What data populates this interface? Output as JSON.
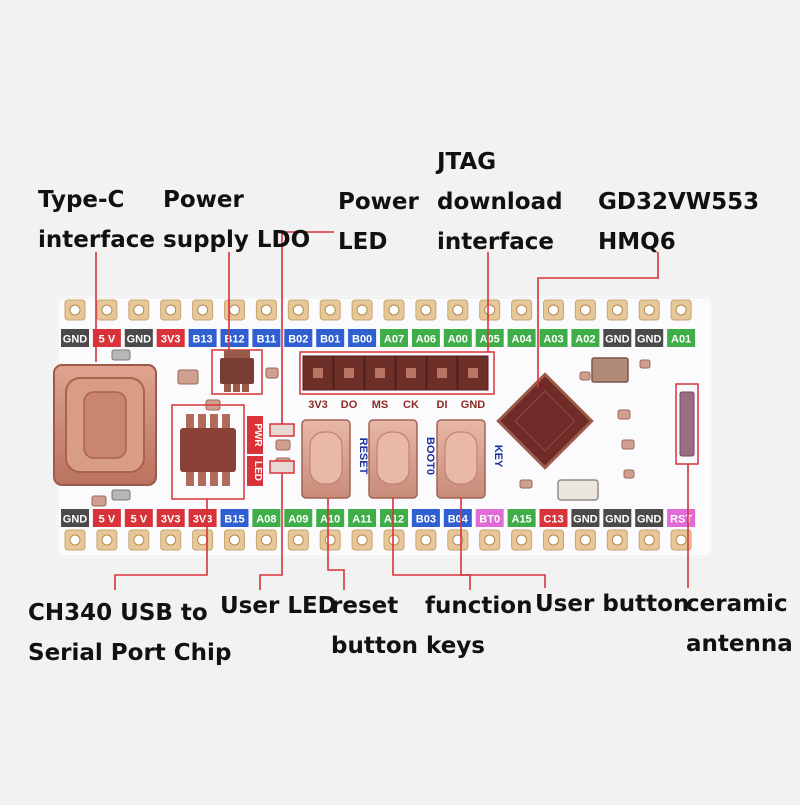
{
  "labels": {
    "type_c": [
      "Type-C",
      "interface"
    ],
    "ldo": [
      "Power",
      "supply LDO"
    ],
    "power_led": [
      "Power",
      "LED"
    ],
    "jtag": [
      "JTAG",
      "download",
      "interface"
    ],
    "mcu": [
      "GD32VW553",
      "HMQ6"
    ],
    "ch340": [
      "CH340 USB to",
      "Serial Port Chip"
    ],
    "user_led": [
      "User LED"
    ],
    "reset": [
      "reset",
      "button keys"
    ],
    "function": [
      "function"
    ],
    "user_button": [
      "User button"
    ],
    "antenna": [
      "ceramic",
      "antenna"
    ]
  },
  "top_pins": [
    {
      "text": "GND",
      "color": "#4a4a4a"
    },
    {
      "text": "5 V",
      "color": "#d8333a"
    },
    {
      "text": "GND",
      "color": "#4a4a4a"
    },
    {
      "text": "3V3",
      "color": "#d8333a"
    },
    {
      "text": "B13",
      "color": "#2f5fd0"
    },
    {
      "text": "B12",
      "color": "#2f5fd0"
    },
    {
      "text": "B11",
      "color": "#2f5fd0"
    },
    {
      "text": "B02",
      "color": "#2f5fd0"
    },
    {
      "text": "B01",
      "color": "#2f5fd0"
    },
    {
      "text": "B00",
      "color": "#2f5fd0"
    },
    {
      "text": "A07",
      "color": "#3fae49"
    },
    {
      "text": "A06",
      "color": "#3fae49"
    },
    {
      "text": "A00",
      "color": "#3fae49"
    },
    {
      "text": "A05",
      "color": "#3fae49"
    },
    {
      "text": "A04",
      "color": "#3fae49"
    },
    {
      "text": "A03",
      "color": "#3fae49"
    },
    {
      "text": "A02",
      "color": "#3fae49"
    },
    {
      "text": "GND",
      "color": "#4a4a4a"
    },
    {
      "text": "GND",
      "color": "#4a4a4a"
    },
    {
      "text": "A01",
      "color": "#3fae49"
    }
  ],
  "bottom_pins": [
    {
      "text": "GND",
      "color": "#4a4a4a"
    },
    {
      "text": "5 V",
      "color": "#d8333a"
    },
    {
      "text": "5 V",
      "color": "#d8333a"
    },
    {
      "text": "3V3",
      "color": "#d8333a"
    },
    {
      "text": "3V3",
      "color": "#d8333a"
    },
    {
      "text": "B15",
      "color": "#2f5fd0"
    },
    {
      "text": "A08",
      "color": "#3fae49"
    },
    {
      "text": "A09",
      "color": "#3fae49"
    },
    {
      "text": "A10",
      "color": "#3fae49"
    },
    {
      "text": "A11",
      "color": "#3fae49"
    },
    {
      "text": "A12",
      "color": "#3fae49"
    },
    {
      "text": "B03",
      "color": "#2f5fd0"
    },
    {
      "text": "B04",
      "color": "#2f5fd0"
    },
    {
      "text": "BT0",
      "color": "#e06ad6"
    },
    {
      "text": "A15",
      "color": "#3fae49"
    },
    {
      "text": "C13",
      "color": "#d8333a"
    },
    {
      "text": "GND",
      "color": "#4a4a4a"
    },
    {
      "text": "GND",
      "color": "#4a4a4a"
    },
    {
      "text": "GND",
      "color": "#4a4a4a"
    },
    {
      "text": "RST",
      "color": "#e06ad6"
    }
  ],
  "jtag_pins": [
    "3V3",
    "DO",
    "MS",
    "CK",
    "DI",
    "GND"
  ],
  "button_labels": {
    "reset": "RESET",
    "boot": "BOOT0",
    "key": "KEY"
  },
  "led_labels": {
    "pwr": "PWR",
    "led": "LED"
  },
  "colors": {
    "highlight": "#d8333a",
    "copper": "#c98b74",
    "copper_dark": "#8a4a3e",
    "board": "#fbfbfd"
  }
}
